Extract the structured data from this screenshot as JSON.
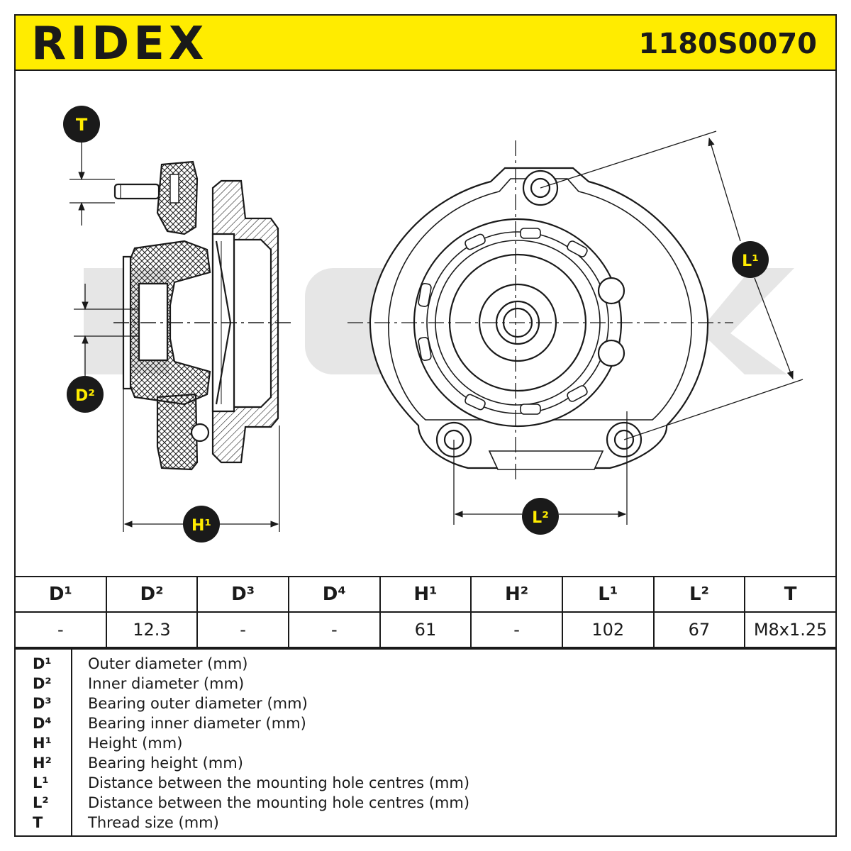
{
  "header": {
    "brand": "RIDEX",
    "part_number": "1180S0070"
  },
  "watermark": "RIDEX",
  "labels": {
    "T": "T",
    "D2": "D²",
    "H1": "H¹",
    "L1": "L¹",
    "L2": "L²"
  },
  "spec_table": {
    "headers": [
      "D¹",
      "D²",
      "D³",
      "D⁴",
      "H¹",
      "H²",
      "L¹",
      "L²",
      "T"
    ],
    "values": [
      "-",
      "12.3",
      "-",
      "-",
      "61",
      "-",
      "102",
      "67",
      "M8x1.25"
    ]
  },
  "legend": [
    {
      "key": "D¹",
      "desc": "Outer diameter (mm)"
    },
    {
      "key": "D²",
      "desc": "Inner diameter (mm)"
    },
    {
      "key": "D³",
      "desc": "Bearing outer diameter (mm)"
    },
    {
      "key": "D⁴",
      "desc": "Bearing inner diameter (mm)"
    },
    {
      "key": "H¹",
      "desc": "Height (mm)"
    },
    {
      "key": "H²",
      "desc": "Bearing height (mm)"
    },
    {
      "key": "L¹",
      "desc": "Distance between the mounting hole centres (mm)"
    },
    {
      "key": "L²",
      "desc": "Distance between the mounting hole centres (mm)"
    },
    {
      "key": "T",
      "desc": "Thread size (mm)"
    }
  ],
  "colors": {
    "accent_yellow": "#ffec00",
    "ink": "#1a1a1a",
    "watermark": "#e6e6e6"
  }
}
